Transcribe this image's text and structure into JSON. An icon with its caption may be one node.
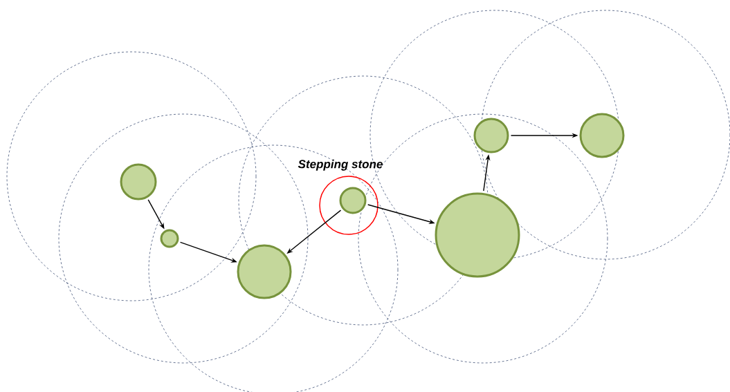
{
  "diagram": {
    "nodes": [
      {
        "text": [],
        "shape": "circle"
      },
      {
        "text": [],
        "shape": "circle"
      },
      {
        "text": [],
        "shape": "circle"
      },
      {
        "text": [
          "Stepping stone"
        ]
      },
      {
        "text": [],
        "shape": "circle",
        "in": 3
      },
      {
        "text": [],
        "shape": "circle"
      },
      {
        "text": [],
        "shape": "circle"
      },
      {
        "text": [],
        "shape": "circle"
      }
    ],
    "edges": [
      {
        "from": 0,
        "to": 1,
        "arrow": "to"
      },
      {
        "from": 1,
        "to": 2,
        "arrow": "to"
      },
      {
        "from": 4,
        "to": 2,
        "arrow": "to"
      },
      {
        "from": 4,
        "to": 5,
        "arrow": "to"
      },
      {
        "from": 5,
        "to": 6,
        "arrow": "to"
      },
      {
        "from": 6,
        "to": 7,
        "arrow": "to"
      }
    ]
  }
}
